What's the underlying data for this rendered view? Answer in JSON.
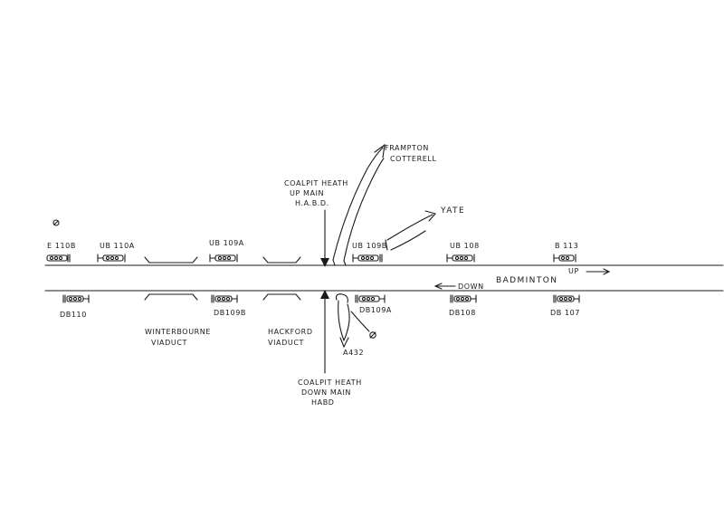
{
  "colors": {
    "ink": "#1a1a1a",
    "paper": "#ffffff"
  },
  "signals": {
    "up": [
      {
        "id": "sig-e110b",
        "label": "E 110B"
      },
      {
        "id": "sig-ub110a",
        "label": "UB 110A"
      },
      {
        "id": "sig-ub109a",
        "label": "UB 109A"
      },
      {
        "id": "sig-ub109b",
        "label": "UB 109B"
      },
      {
        "id": "sig-ub108",
        "label": "UB 108"
      },
      {
        "id": "sig-b113",
        "label": "B 113"
      }
    ],
    "down": [
      {
        "id": "sig-db110",
        "label": "DB110"
      },
      {
        "id": "sig-db109b",
        "label": "DB109B"
      },
      {
        "id": "sig-db109a",
        "label": "DB109A"
      },
      {
        "id": "sig-db108",
        "label": "DB108"
      },
      {
        "id": "sig-db107",
        "label": "DB 107"
      }
    ]
  },
  "viaducts": {
    "winterbourne": {
      "line1": "WINTERBOURNE",
      "line2": "VIADUCT"
    },
    "hackford": {
      "line1": "HACKFORD",
      "line2": "VIADUCT"
    }
  },
  "habd": {
    "up": {
      "line1": "COALPIT HEATH",
      "line2": "UP MAIN",
      "line3": "H.A.B.D."
    },
    "down": {
      "line1": "COALPIT HEATH",
      "line2": "DOWN MAIN",
      "line3": "HABD"
    }
  },
  "destinations": {
    "frampton": {
      "line1": "FRAMPTON",
      "line2": "COTTERELL"
    },
    "yate": "YATE",
    "a432": "A432",
    "badminton": "BADMINTON"
  },
  "directions": {
    "up": "UP",
    "down": "DOWN"
  }
}
